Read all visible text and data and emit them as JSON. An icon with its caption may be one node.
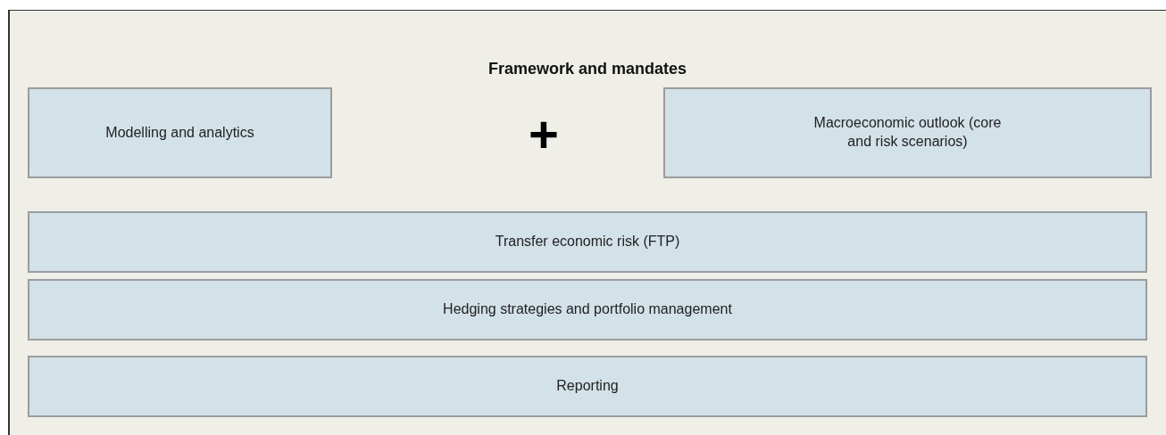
{
  "diagram": {
    "nodes": [
      {
        "text": [
          "Framework and mandates"
        ]
      },
      {
        "text": [
          "Modelling and analytics"
        ],
        "in": 0
      },
      {
        "text": [
          "Macroeconomic outlook (core and risk scenarios)"
        ],
        "in": 0
      },
      {
        "text": [
          "Transfer economic risk (FTP)"
        ],
        "in": 0
      },
      {
        "text": [
          "Hedging strategies and portfolio management"
        ],
        "in": 0
      },
      {
        "text": [
          "Reporting"
        ],
        "in": 0
      }
    ],
    "labels": [
      "+"
    ]
  }
}
